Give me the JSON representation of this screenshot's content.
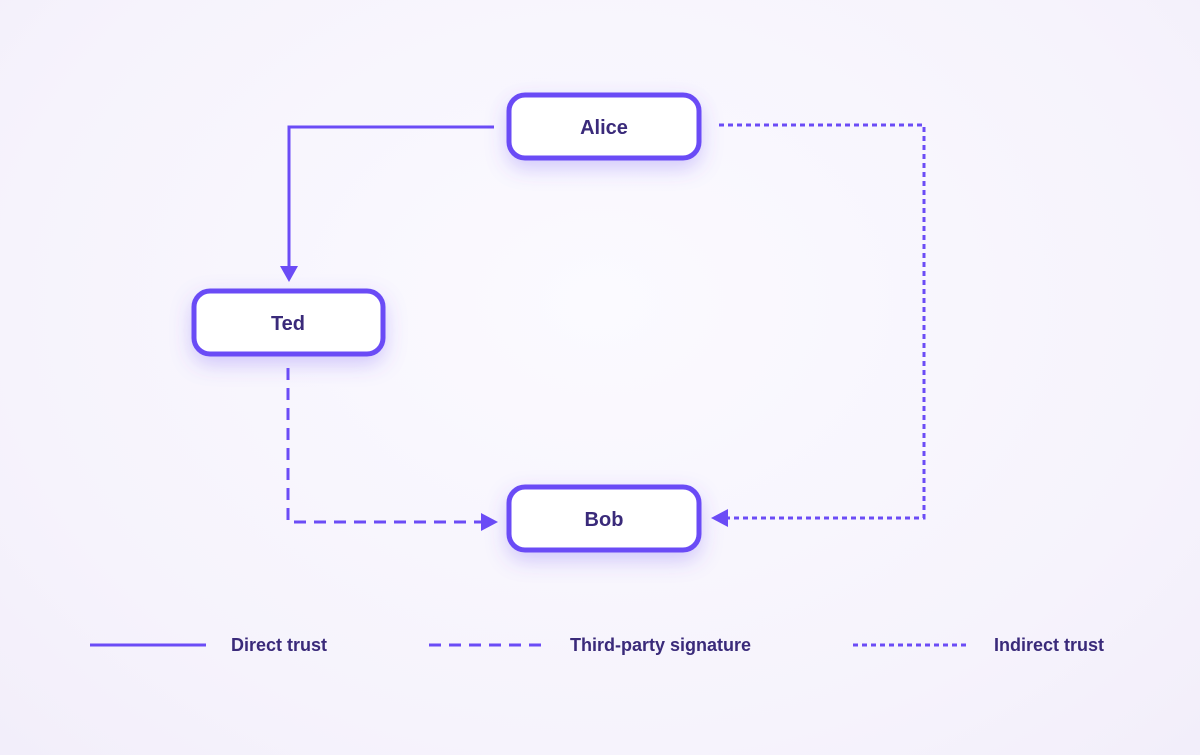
{
  "nodes": {
    "alice": "Alice",
    "ted": "Ted",
    "bob": "Bob"
  },
  "legend": {
    "direct": "Direct trust",
    "third_party": "Third-party signature",
    "indirect": "Indirect trust"
  },
  "colors": {
    "accent": "#6b4cf6",
    "text": "#3a2a7a",
    "node_fill": "#ffffff",
    "background": "#f7f4fd"
  }
}
